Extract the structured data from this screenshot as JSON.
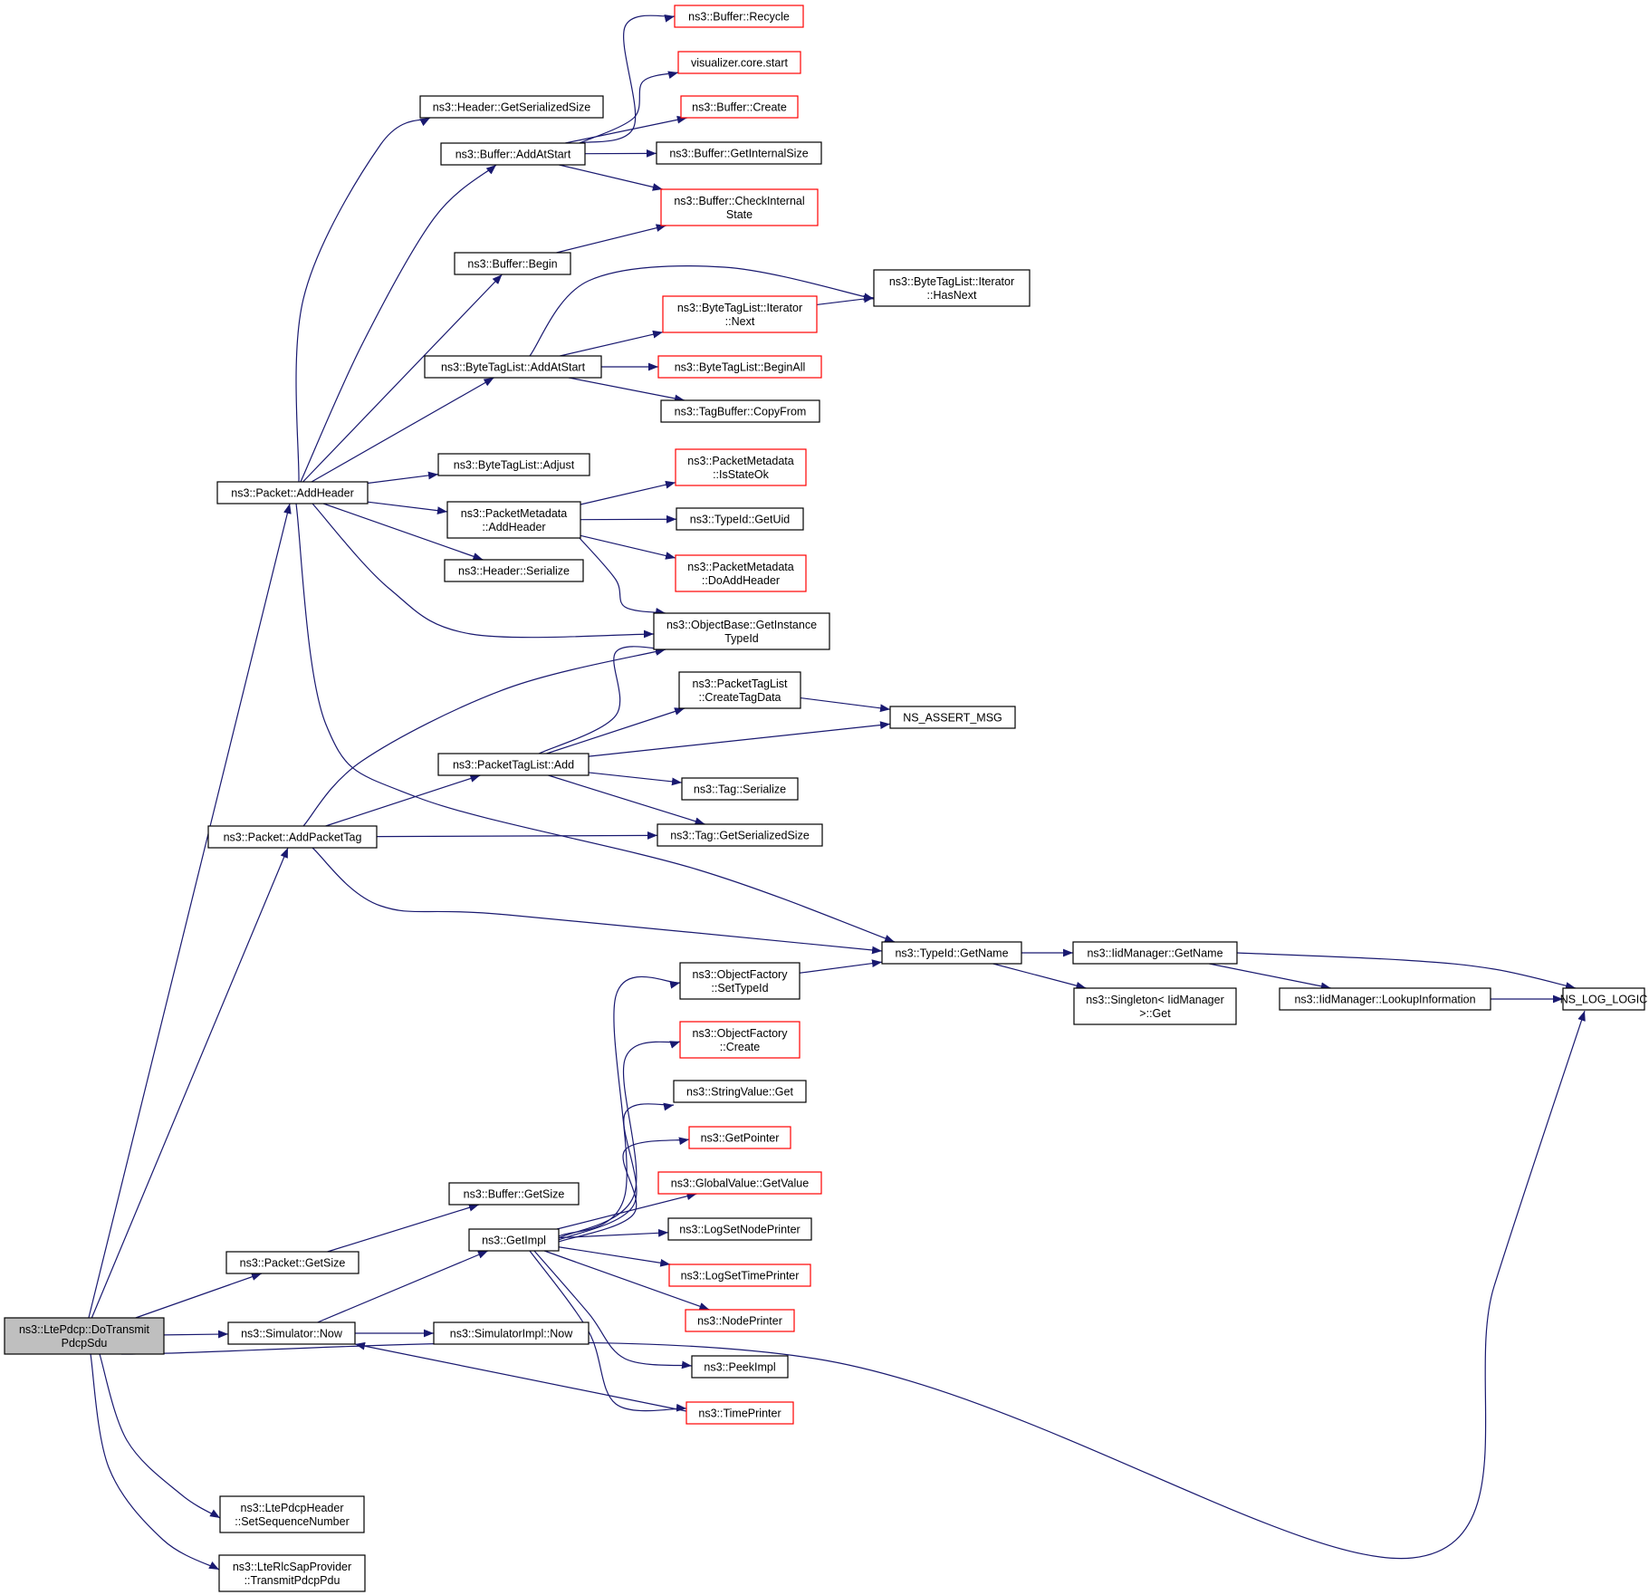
{
  "colors": {
    "edge": "#191970",
    "node_border_default": "#000000",
    "node_border_truncated": "#ff0000",
    "node_fill_default": "#ffffff",
    "node_fill_root": "#bfbfbf"
  },
  "nodes": [
    {
      "id": "root",
      "lines": [
        "ns3::LtePdcp::DoTransmit",
        "PdcpSdu"
      ],
      "style": "root"
    },
    {
      "id": "addHeader",
      "lines": [
        "ns3::Packet::AddHeader"
      ],
      "style": "normal"
    },
    {
      "id": "addPacketTag",
      "lines": [
        "ns3::Packet::AddPacketTag"
      ],
      "style": "normal"
    },
    {
      "id": "getSize",
      "lines": [
        "ns3::Packet::GetSize"
      ],
      "style": "normal"
    },
    {
      "id": "simNow",
      "lines": [
        "ns3::Simulator::Now"
      ],
      "style": "normal"
    },
    {
      "id": "setSeq",
      "lines": [
        "ns3::LtePdcpHeader",
        "::SetSequenceNumber"
      ],
      "style": "normal"
    },
    {
      "id": "transmitPdu",
      "lines": [
        "ns3::LteRlcSapProvider",
        "::TransmitPdcpPdu"
      ],
      "style": "normal"
    },
    {
      "id": "hdrGetSer",
      "lines": [
        "ns3::Header::GetSerializedSize"
      ],
      "style": "normal"
    },
    {
      "id": "bufAddAtStart",
      "lines": [
        "ns3::Buffer::AddAtStart"
      ],
      "style": "normal"
    },
    {
      "id": "bufBegin",
      "lines": [
        "ns3::Buffer::Begin"
      ],
      "style": "normal"
    },
    {
      "id": "btlAddAtStart",
      "lines": [
        "ns3::ByteTagList::AddAtStart"
      ],
      "style": "normal"
    },
    {
      "id": "btlAdjust",
      "lines": [
        "ns3::ByteTagList::Adjust"
      ],
      "style": "normal"
    },
    {
      "id": "pmAddHeader",
      "lines": [
        "ns3::PacketMetadata",
        "::AddHeader"
      ],
      "style": "normal"
    },
    {
      "id": "hdrSerialize",
      "lines": [
        "ns3::Header::Serialize"
      ],
      "style": "normal"
    },
    {
      "id": "ptlAdd",
      "lines": [
        "ns3::PacketTagList::Add"
      ],
      "style": "normal"
    },
    {
      "id": "bufGetSize",
      "lines": [
        "ns3::Buffer::GetSize"
      ],
      "style": "normal"
    },
    {
      "id": "getImpl",
      "lines": [
        "ns3::GetImpl"
      ],
      "style": "normal"
    },
    {
      "id": "simImplNow",
      "lines": [
        "ns3::SimulatorImpl::Now"
      ],
      "style": "normal"
    },
    {
      "id": "bufRecycle",
      "lines": [
        "ns3::Buffer::Recycle"
      ],
      "style": "truncated"
    },
    {
      "id": "vizStart",
      "lines": [
        "visualizer.core.start"
      ],
      "style": "truncated"
    },
    {
      "id": "bufCreate",
      "lines": [
        "ns3::Buffer::Create"
      ],
      "style": "truncated"
    },
    {
      "id": "bufGetInternal",
      "lines": [
        "ns3::Buffer::GetInternalSize"
      ],
      "style": "normal"
    },
    {
      "id": "bufCheck",
      "lines": [
        "ns3::Buffer::CheckInternal",
        "State"
      ],
      "style": "truncated"
    },
    {
      "id": "btlIterNext",
      "lines": [
        "ns3::ByteTagList::Iterator",
        "::Next"
      ],
      "style": "truncated"
    },
    {
      "id": "btlBeginAll",
      "lines": [
        "ns3::ByteTagList::BeginAll"
      ],
      "style": "truncated"
    },
    {
      "id": "tagBufCopy",
      "lines": [
        "ns3::TagBuffer::CopyFrom"
      ],
      "style": "normal"
    },
    {
      "id": "pmIsStateOk",
      "lines": [
        "ns3::PacketMetadata",
        "::IsStateOk"
      ],
      "style": "truncated"
    },
    {
      "id": "typeIdGetUid",
      "lines": [
        "ns3::TypeId::GetUid"
      ],
      "style": "normal"
    },
    {
      "id": "pmDoAddHeader",
      "lines": [
        "ns3::PacketMetadata",
        "::DoAddHeader"
      ],
      "style": "truncated"
    },
    {
      "id": "objBaseGetInst",
      "lines": [
        "ns3::ObjectBase::GetInstance",
        "TypeId"
      ],
      "style": "normal"
    },
    {
      "id": "ptlCreateTag",
      "lines": [
        "ns3::PacketTagList",
        "::CreateTagData"
      ],
      "style": "normal"
    },
    {
      "id": "tagSerialize",
      "lines": [
        "ns3::Tag::Serialize"
      ],
      "style": "normal"
    },
    {
      "id": "tagGetSer",
      "lines": [
        "ns3::Tag::GetSerializedSize"
      ],
      "style": "normal"
    },
    {
      "id": "objFactSetType",
      "lines": [
        "ns3::ObjectFactory",
        "::SetTypeId"
      ],
      "style": "normal"
    },
    {
      "id": "objFactCreate",
      "lines": [
        "ns3::ObjectFactory",
        "::Create"
      ],
      "style": "truncated"
    },
    {
      "id": "strValGet",
      "lines": [
        "ns3::StringValue::Get"
      ],
      "style": "normal"
    },
    {
      "id": "getPointer",
      "lines": [
        "ns3::GetPointer"
      ],
      "style": "truncated"
    },
    {
      "id": "globValGet",
      "lines": [
        "ns3::GlobalValue::GetValue"
      ],
      "style": "truncated"
    },
    {
      "id": "logSetNode",
      "lines": [
        "ns3::LogSetNodePrinter"
      ],
      "style": "normal"
    },
    {
      "id": "logSetTime",
      "lines": [
        "ns3::LogSetTimePrinter"
      ],
      "style": "truncated"
    },
    {
      "id": "nodePrinter",
      "lines": [
        "ns3::NodePrinter"
      ],
      "style": "truncated"
    },
    {
      "id": "peekImpl",
      "lines": [
        "ns3::PeekImpl"
      ],
      "style": "normal"
    },
    {
      "id": "timePrinter",
      "lines": [
        "ns3::TimePrinter"
      ],
      "style": "truncated"
    },
    {
      "id": "btlIterHasNext",
      "lines": [
        "ns3::ByteTagList::Iterator",
        "::HasNext"
      ],
      "style": "normal"
    },
    {
      "id": "nsAssertMsg",
      "lines": [
        "NS_ASSERT_MSG"
      ],
      "style": "normal"
    },
    {
      "id": "typeIdGetName",
      "lines": [
        "ns3::TypeId::GetName"
      ],
      "style": "normal"
    },
    {
      "id": "iidGetName",
      "lines": [
        "ns3::IidManager::GetName"
      ],
      "style": "normal"
    },
    {
      "id": "singletonGet",
      "lines": [
        "ns3::Singleton< IidManager",
        ">::Get"
      ],
      "style": "normal"
    },
    {
      "id": "iidLookup",
      "lines": [
        "ns3::IidManager::LookupInformation"
      ],
      "style": "normal"
    },
    {
      "id": "nsLogLogic",
      "lines": [
        "NS_LOG_LOGIC"
      ],
      "style": "normal"
    }
  ],
  "edges": [
    [
      "root",
      "addHeader"
    ],
    [
      "root",
      "addPacketTag"
    ],
    [
      "root",
      "getSize"
    ],
    [
      "root",
      "simNow"
    ],
    [
      "root",
      "nsLogLogic"
    ],
    [
      "root",
      "setSeq"
    ],
    [
      "root",
      "transmitPdu"
    ],
    [
      "addHeader",
      "hdrGetSer"
    ],
    [
      "addHeader",
      "bufAddAtStart"
    ],
    [
      "addHeader",
      "bufBegin"
    ],
    [
      "addHeader",
      "btlAddAtStart"
    ],
    [
      "addHeader",
      "btlAdjust"
    ],
    [
      "addHeader",
      "pmAddHeader"
    ],
    [
      "addHeader",
      "hdrSerialize"
    ],
    [
      "addHeader",
      "objBaseGetInst"
    ],
    [
      "addHeader",
      "typeIdGetName"
    ],
    [
      "bufAddAtStart",
      "bufRecycle"
    ],
    [
      "bufAddAtStart",
      "vizStart"
    ],
    [
      "bufAddAtStart",
      "bufCreate"
    ],
    [
      "bufAddAtStart",
      "bufGetInternal"
    ],
    [
      "bufAddAtStart",
      "bufCheck"
    ],
    [
      "bufBegin",
      "bufCheck"
    ],
    [
      "btlAddAtStart",
      "btlIterHasNext"
    ],
    [
      "btlAddAtStart",
      "btlIterNext"
    ],
    [
      "btlAddAtStart",
      "btlBeginAll"
    ],
    [
      "btlAddAtStart",
      "tagBufCopy"
    ],
    [
      "btlIterNext",
      "btlIterHasNext"
    ],
    [
      "pmAddHeader",
      "pmIsStateOk"
    ],
    [
      "pmAddHeader",
      "typeIdGetUid"
    ],
    [
      "pmAddHeader",
      "pmDoAddHeader"
    ],
    [
      "pmAddHeader",
      "objBaseGetInst"
    ],
    [
      "addPacketTag",
      "objBaseGetInst"
    ],
    [
      "addPacketTag",
      "ptlAdd"
    ],
    [
      "addPacketTag",
      "tagGetSer"
    ],
    [
      "addPacketTag",
      "typeIdGetName"
    ],
    [
      "ptlAdd",
      "objBaseGetInst"
    ],
    [
      "ptlAdd",
      "ptlCreateTag"
    ],
    [
      "ptlAdd",
      "nsAssertMsg"
    ],
    [
      "ptlAdd",
      "tagSerialize"
    ],
    [
      "ptlAdd",
      "tagGetSer"
    ],
    [
      "ptlCreateTag",
      "nsAssertMsg"
    ],
    [
      "getSize",
      "bufGetSize"
    ],
    [
      "simNow",
      "getImpl"
    ],
    [
      "simNow",
      "simImplNow"
    ],
    [
      "getImpl",
      "objFactSetType"
    ],
    [
      "getImpl",
      "objFactCreate"
    ],
    [
      "getImpl",
      "strValGet"
    ],
    [
      "getImpl",
      "getPointer"
    ],
    [
      "getImpl",
      "globValGet"
    ],
    [
      "getImpl",
      "logSetNode"
    ],
    [
      "getImpl",
      "logSetTime"
    ],
    [
      "getImpl",
      "nodePrinter"
    ],
    [
      "getImpl",
      "peekImpl"
    ],
    [
      "getImpl",
      "timePrinter"
    ],
    [
      "timePrinter",
      "simNow"
    ],
    [
      "objFactSetType",
      "typeIdGetName"
    ],
    [
      "typeIdGetName",
      "iidGetName"
    ],
    [
      "typeIdGetName",
      "singletonGet"
    ],
    [
      "iidGetName",
      "iidLookup"
    ],
    [
      "iidGetName",
      "nsLogLogic"
    ],
    [
      "iidLookup",
      "nsLogLogic"
    ]
  ]
}
